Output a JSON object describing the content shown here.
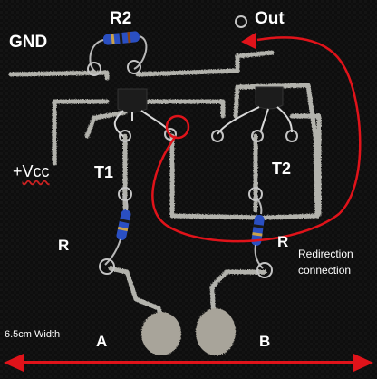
{
  "labels": {
    "r2": "R2",
    "out": "Out",
    "gnd": "GND",
    "vcc_plus": "+",
    "vcc_text": "Vcc",
    "t1": "T1",
    "t2": "T2",
    "r_left": "R",
    "r_right": "R",
    "redirection_line1": "Redirection",
    "redirection_line2": "connection",
    "width": "6.5cm Width",
    "a": "A",
    "b": "B"
  },
  "colors": {
    "background": "#0d0d0d",
    "trace": "#cfcfc8",
    "annotation": "#e0131a",
    "resistor": "#2a4fc2",
    "label": "#ffffff"
  }
}
